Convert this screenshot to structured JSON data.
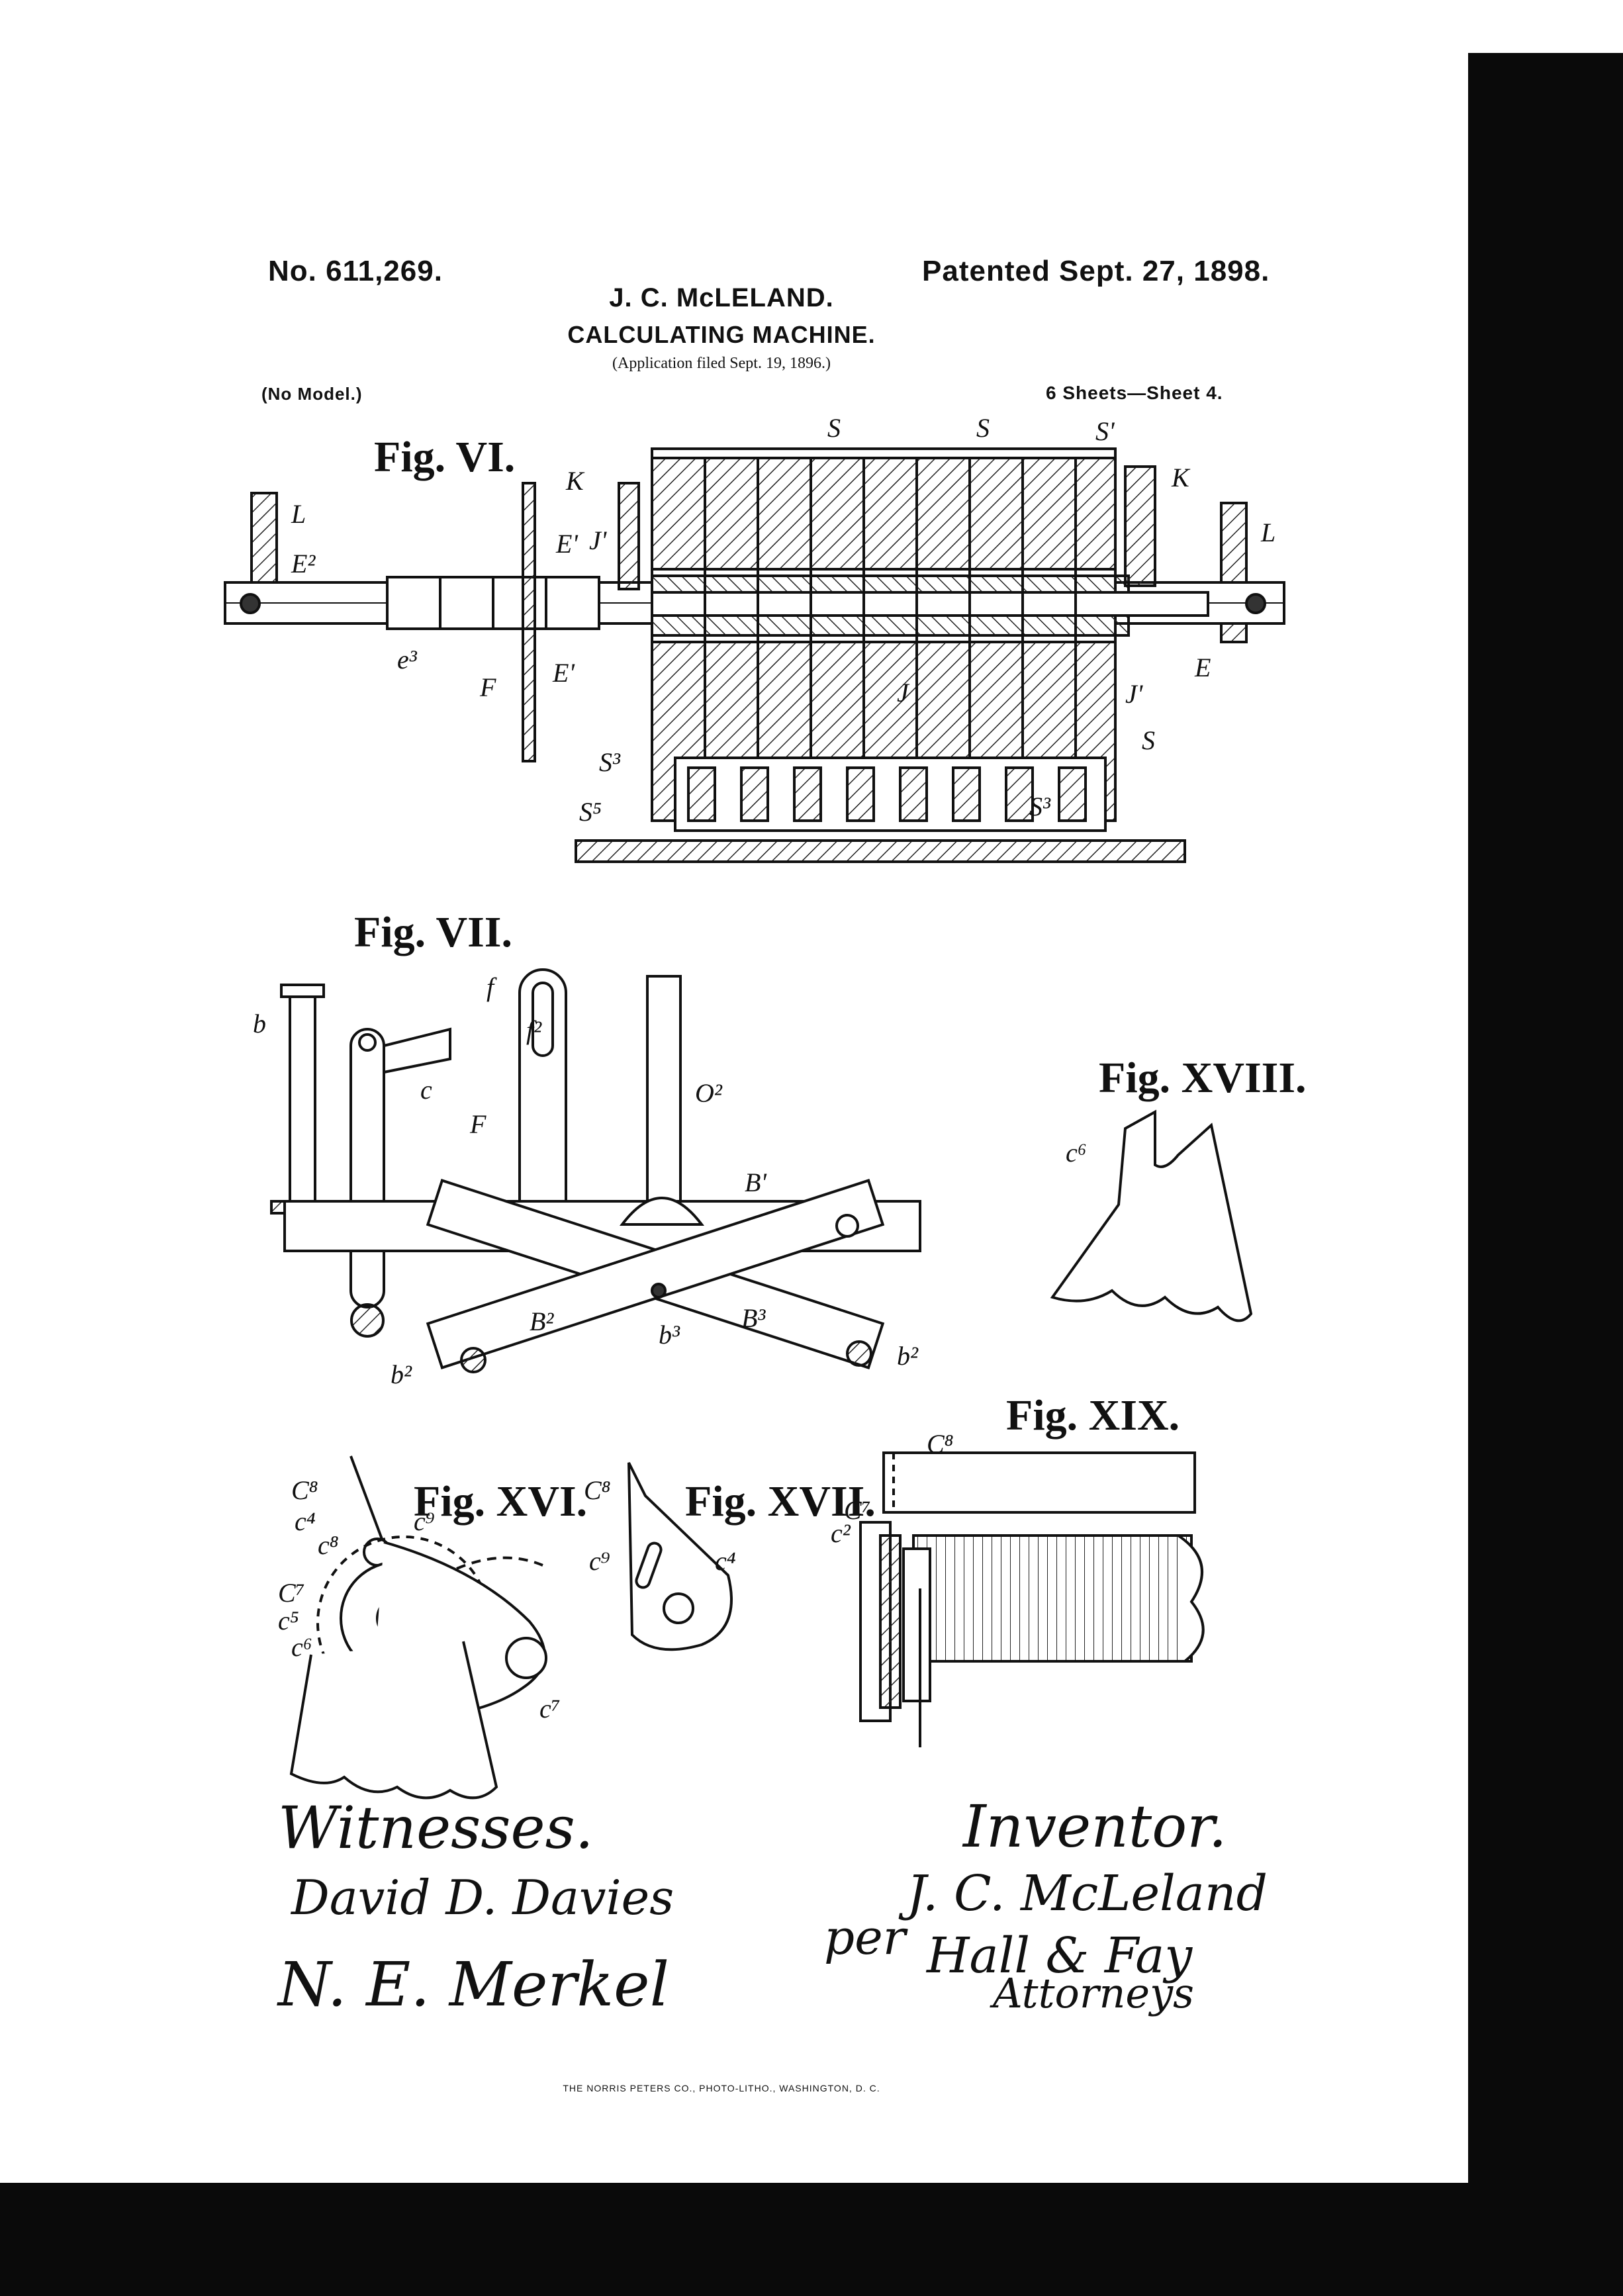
{
  "header": {
    "patent_number": "No. 611,269.",
    "patent_date": "Patented Sept. 27, 1898.",
    "inventor": "J. C. McLELAND.",
    "title": "CALCULATING MACHINE.",
    "application": "(Application filed Sept. 19, 1896.)",
    "model": "(No Model.)",
    "sheets": "6 Sheets—Sheet 4."
  },
  "figures": {
    "fig6": "Fig. VI.",
    "fig7": "Fig. VII.",
    "fig16": "Fig. XVI.",
    "fig17": "Fig. XVII.",
    "fig18": "Fig. XVIII.",
    "fig19": "Fig. XIX."
  },
  "labels": {
    "L": "L",
    "E2": "E²",
    "K": "K",
    "E1": "E'",
    "J1": "J'",
    "S": "S",
    "S1": "S'",
    "e3": "e³",
    "F": "F",
    "E": "E",
    "J": "J",
    "S3": "S³",
    "S5": "S⁵",
    "b": "b",
    "c": "c",
    "f": "f",
    "f2": "f²",
    "O2": "O²",
    "B1": "B'",
    "B2": "B²",
    "B3": "B³",
    "b2": "b²",
    "b3": "b³",
    "c6": "c⁶",
    "c8": "c⁸",
    "C8": "C⁸",
    "c4": "c⁴",
    "c9": "c⁹",
    "C7": "C⁷",
    "c5": "c⁵",
    "c7": "c⁷",
    "c2": "c²"
  },
  "signatures": {
    "witnesses_label": "Witnesses.",
    "witness_1": "David D. Davies",
    "witness_2": "N. E. Merkel",
    "inventor_label": "Inventor.",
    "inventor_signature": "J. C. McLeland",
    "per": "per",
    "attorneys_signature": "Hall & Fay",
    "attorneys_label": "Attorneys"
  },
  "footer": {
    "printer": "THE NORRIS PETERS CO., PHOTO-LITHO., WASHINGTON, D. C."
  }
}
